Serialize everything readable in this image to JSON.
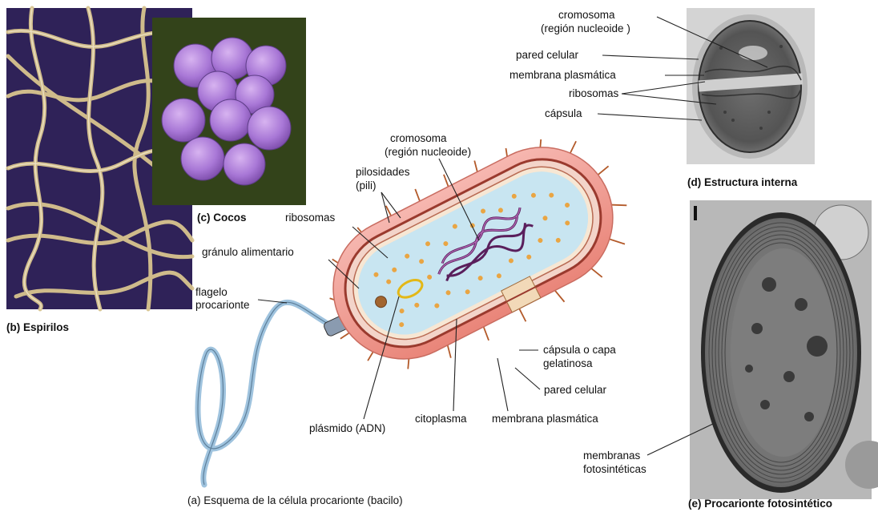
{
  "panels": {
    "a": {
      "letter": "(a)",
      "title": "Esquema de la célula procarionte (bacilo)"
    },
    "b": {
      "letter": "(b)",
      "title": "Espirilos"
    },
    "c": {
      "letter": "(c)",
      "title": "Cocos"
    },
    "d": {
      "letter": "(d)",
      "title": "Estructura interna"
    },
    "e": {
      "letter": "(e)",
      "title": "Procarionte fotosintético"
    }
  },
  "labels_a": {
    "cromosoma_1": "cromosoma",
    "cromosoma_2": "(región nucleoide)",
    "pili_1": "pilosidades",
    "pili_2": "(pili)",
    "ribosomas": "ribosomas",
    "granulo": "gránulo alimentario",
    "flagelo_1": "flagelo",
    "flagelo_2": "procarionte",
    "capsula_1": "cápsula o capa",
    "capsula_2": "gelatinosa",
    "pared": "pared celular",
    "membrana": "membrana plasmática",
    "citoplasma": "citoplasma",
    "plasmido": "plásmido (ADN)"
  },
  "labels_d": {
    "cromosoma_1": "cromosoma",
    "cromosoma_2": "(región nucleoide )",
    "pared": "pared celular",
    "membrana": "membrana plasmática",
    "ribosomas": "ribosomas",
    "capsula": "cápsula"
  },
  "labels_e": {
    "scale": "I",
    "membranas_1": "membranas",
    "membranas_2": "fotosintéticas"
  }
}
